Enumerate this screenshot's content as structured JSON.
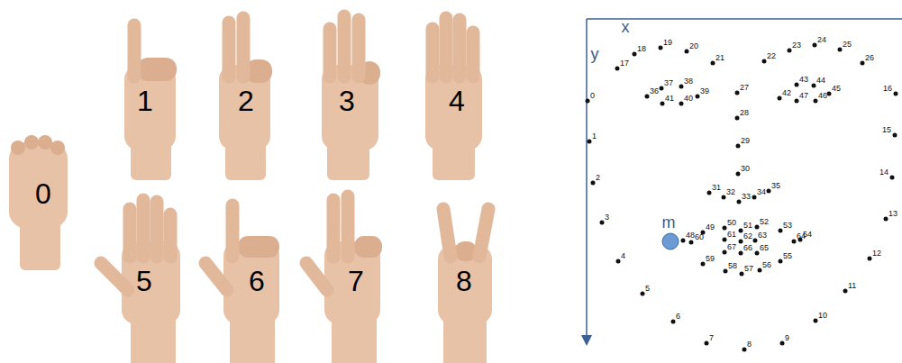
{
  "diagram": {
    "labels": [
      "0",
      "1",
      "2",
      "3",
      "4",
      "5",
      "6",
      "7",
      "8",
      "x",
      "y",
      "m",
      "0",
      "1",
      "2",
      "3",
      "4",
      "5",
      "6",
      "7",
      "8",
      "9",
      "10",
      "11",
      "12",
      "13",
      "14",
      "15",
      "16",
      "17",
      "18",
      "19",
      "20",
      "21",
      "22",
      "23",
      "24",
      "25",
      "26",
      "27",
      "28",
      "29",
      "30",
      "31",
      "32",
      "33",
      "34",
      "35",
      "36",
      "37",
      "38",
      "39",
      "40",
      "41",
      "42",
      "43",
      "44",
      "45",
      "46",
      "47",
      "48",
      "49",
      "50",
      "51",
      "52",
      "53",
      "54",
      "55",
      "56",
      "57",
      "58",
      "59",
      "60",
      "61",
      "62",
      "63",
      "64",
      "65",
      "66",
      "67"
    ]
  }
}
